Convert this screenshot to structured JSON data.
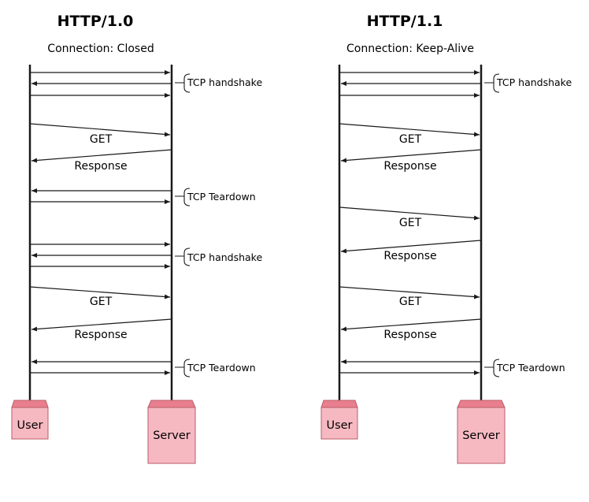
{
  "diagrams": [
    {
      "title": "HTTP/1.0",
      "subtitle": "Connection: Closed",
      "user_label": "User",
      "server_label": "Server",
      "messages": [
        "GET",
        "Response",
        "GET",
        "Response"
      ],
      "annotations": [
        "TCP handshake",
        "TCP Teardown",
        "TCP handshake",
        "TCP Teardown"
      ]
    },
    {
      "title": "HTTP/1.1",
      "subtitle": "Connection: Keep-Alive",
      "user_label": "User",
      "server_label": "Server",
      "messages": [
        "GET",
        "Response",
        "GET",
        "Response",
        "GET",
        "Response"
      ],
      "annotations": [
        "TCP handshake",
        "TCP Teardown"
      ]
    }
  ],
  "colors": {
    "line": "#1a1a1a",
    "box_fill": "#f7b9c1",
    "box_top": "#e97f8e",
    "box_stroke": "#b85c6a"
  }
}
